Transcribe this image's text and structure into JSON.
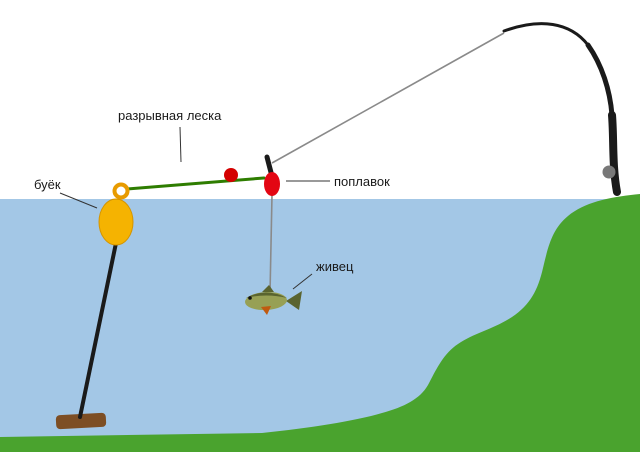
{
  "diagram": {
    "title": "fishing-rig-diagram",
    "labels": {
      "breaking_line": "разрывная леска",
      "buoy": "буёк",
      "float": "поплавок",
      "bait": "живец"
    },
    "colors": {
      "sky": "#ffffff",
      "water": "#a3c7e6",
      "land": "#4aa32e",
      "buoy": "#f5b301",
      "buoy_ring": "#e89b00",
      "float": "#e30613",
      "bead": "#d40000",
      "breaking_line": "#2e7d00",
      "fishing_line": "#8a8a8a",
      "rod": "#1a1a1a",
      "anchor": "#7d4e24",
      "reel_knob": "#787878",
      "fish_body": "#97a055",
      "fish_back": "#5a6430",
      "fish_fin": "#c05a10",
      "label_text": "#1a1a1a",
      "pointer_line": "#333333"
    }
  }
}
